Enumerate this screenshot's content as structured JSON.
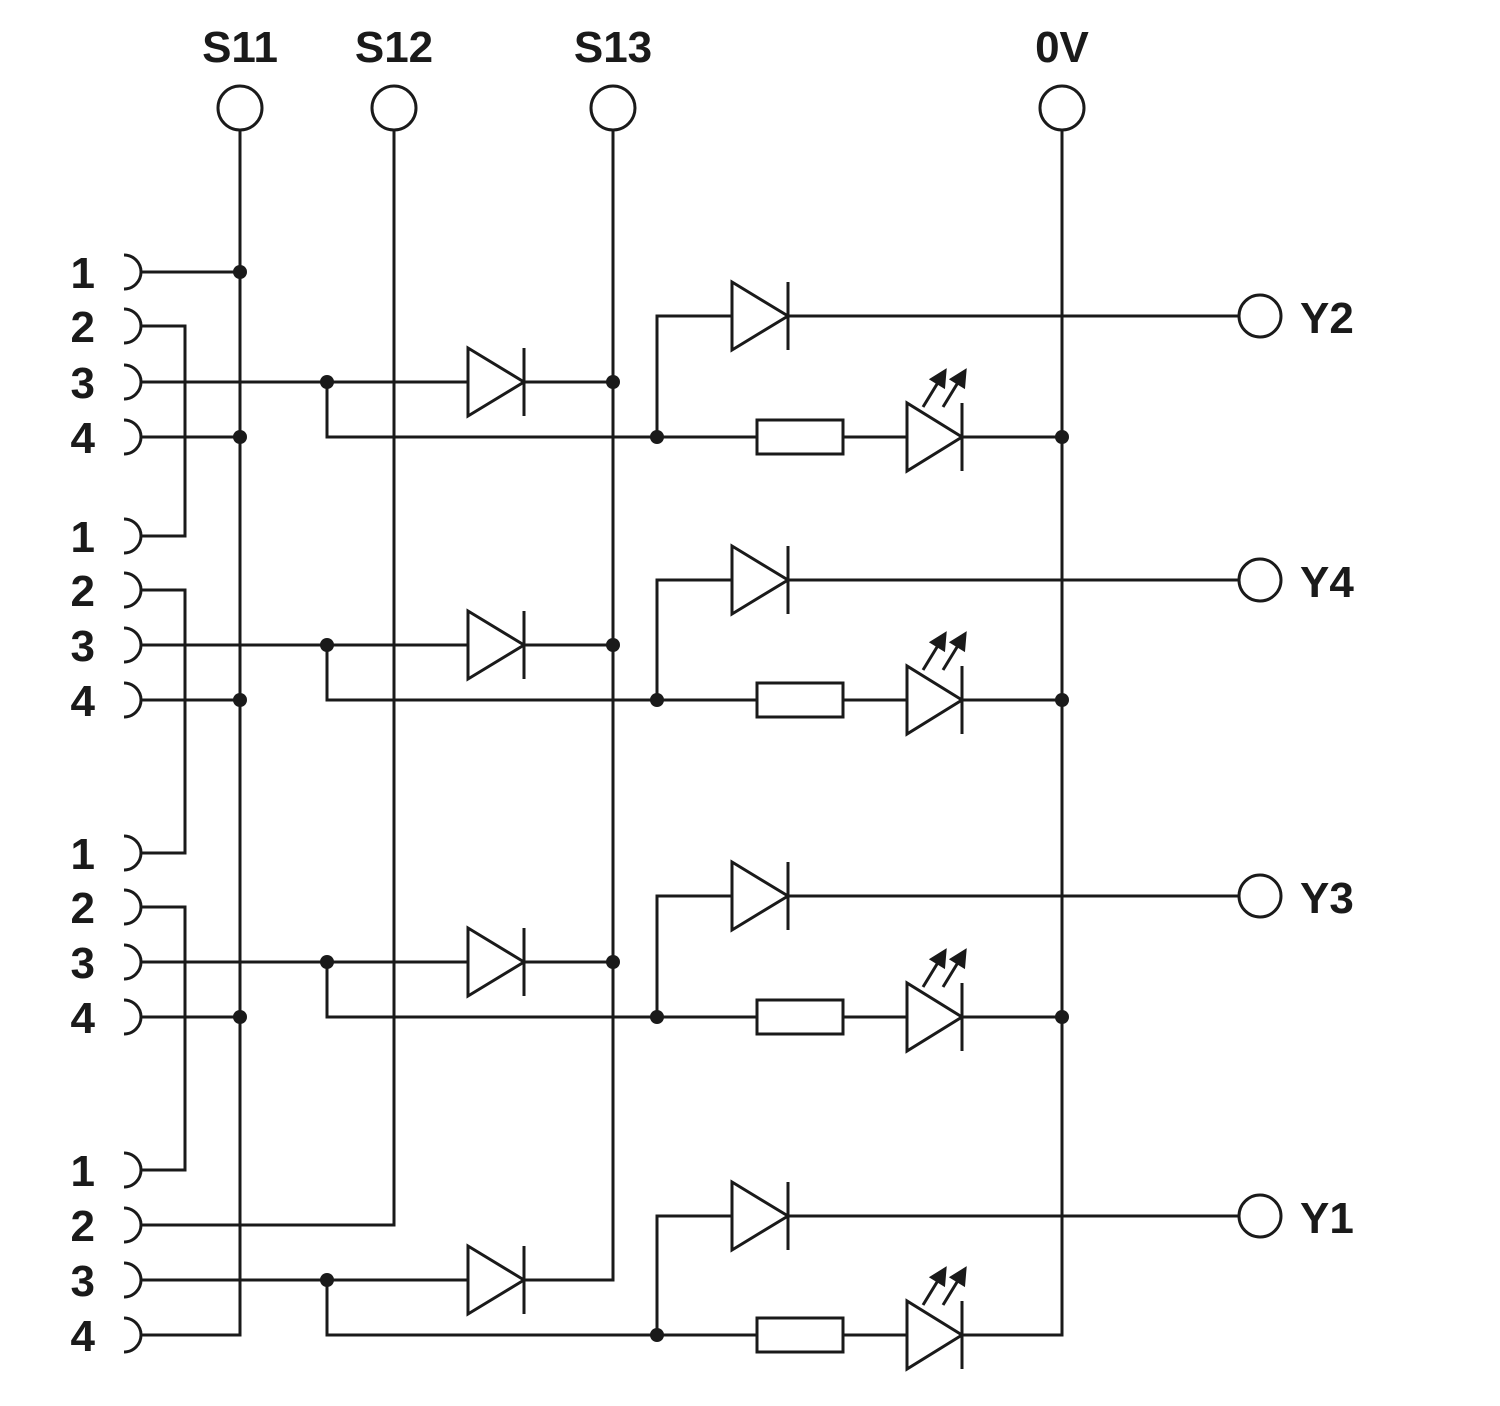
{
  "top_terminals": [
    "S11",
    "S12",
    "S13",
    "0V"
  ],
  "pin_groups": [
    [
      "1",
      "2",
      "3",
      "4"
    ],
    [
      "1",
      "2",
      "3",
      "4"
    ],
    [
      "1",
      "2",
      "3",
      "4"
    ],
    [
      "1",
      "2",
      "3",
      "4"
    ]
  ],
  "outputs": [
    "Y2",
    "Y4",
    "Y3",
    "Y1"
  ],
  "colors": {
    "line": "#1a1a1a",
    "background": "#ffffff"
  }
}
